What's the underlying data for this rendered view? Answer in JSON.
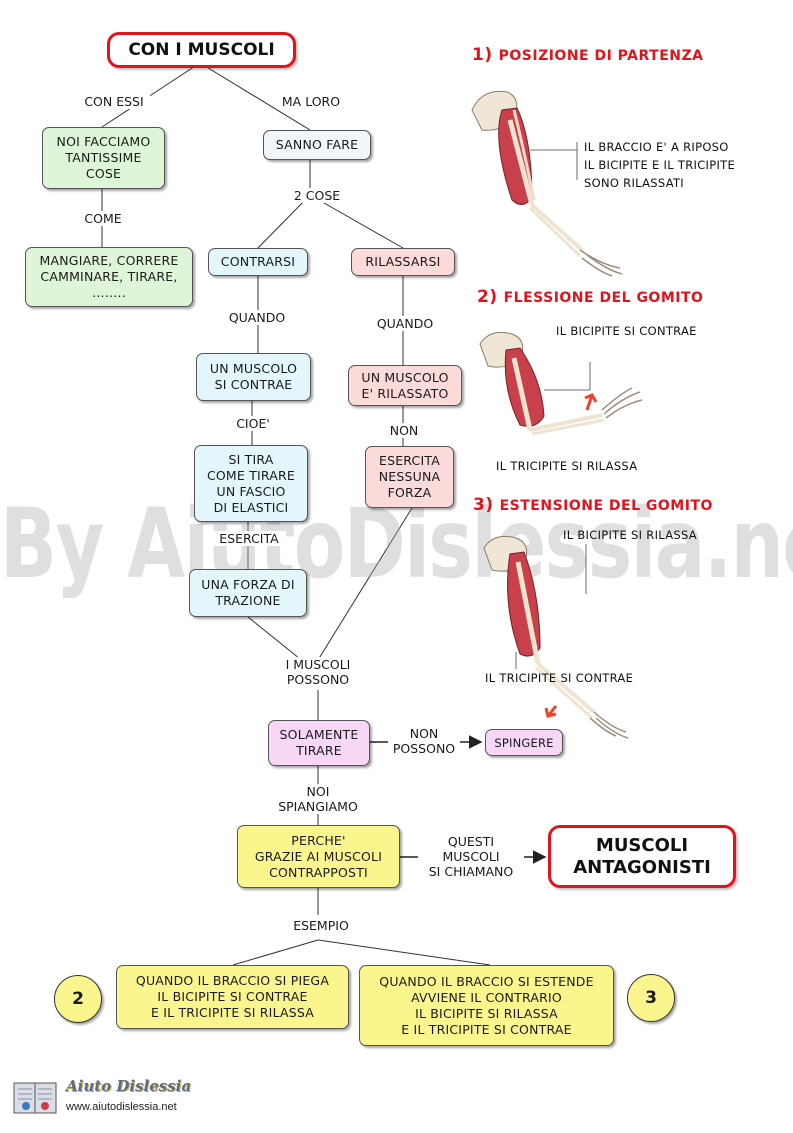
{
  "title": "CON I MUSCOLI",
  "nodes": {
    "facciamo": "NOI FACCIAMO\nTANTISSIME\nCOSE",
    "mangiare": "MANGIARE, CORRERE\nCAMMINARE, TIRARE,\n……..",
    "sanno_fare": "SANNO FARE",
    "contrarsi": "CONTRARSI",
    "rilassarsi": "RILASSARSI",
    "si_contrae": "UN MUSCOLO\nSI CONTRAE",
    "rilassato": "UN MUSCOLO\nE' RILASSATO",
    "si_tira": "SI TIRA\nCOME TIRARE\nUN FASCIO\nDI ELASTICI",
    "nessuna_forza": "ESERCITA\nNESSUNA\nFORZA",
    "forza_trazione": "UNA FORZA DI\nTRAZIONE",
    "solamente_tirare": "SOLAMENTE\nTIRARE",
    "spingere": "SPINGERE",
    "perche": "PERCHE'\nGRAZIE AI MUSCOLI\nCONTRAPPOSTI",
    "antagonisti": "MUSCOLI\nANTAGONISTI",
    "braccio_piega": "QUANDO IL BRACCIO SI PIEGA\nIL BICIPITE SI CONTRAE\nE IL TRICIPITE SI RILASSA",
    "braccio_estende": "QUANDO IL BRACCIO SI ESTENDE\nAVVIENE IL CONTRARIO\nIL BICIPITE SI RILASSA\nE IL TRICIPITE SI CONTRAE"
  },
  "labels": {
    "con_essi": "CON ESSI",
    "ma_loro": "MA LORO",
    "come": "COME",
    "due_cose": "2 COSE",
    "quando_1": "QUANDO",
    "quando_2": "QUANDO",
    "cioe": "CIOE'",
    "non": "NON",
    "esercita": "ESERCITA",
    "i_muscoli_possono": "I MUSCOLI\nPOSSONO",
    "non_possono": "NON\nPOSSONO",
    "noi_spiangiamo": "NOI\nSPIANGIAMO",
    "questi_chiamano": "QUESTI\nMUSCOLI\nSI CHIAMANO",
    "esempio": "ESEMPIO"
  },
  "badges": {
    "left": "2",
    "right": "3"
  },
  "sections": {
    "s1": {
      "num": "1)",
      "title": "POSIZIONE DI PARTENZA"
    },
    "s2": {
      "num": "2)",
      "title": "FLESSIONE DEL GOMITO"
    },
    "s3": {
      "num": "3)",
      "title": "ESTENSIONE DEL GOMITO"
    }
  },
  "annotations": {
    "a1": "IL BRACCIO E' A RIPOSO\nIL BICIPITE E IL TRICIPITE\nSONO RILASSATI",
    "a2_top": "IL BICIPITE SI CONTRAE",
    "a2_bottom": "IL TRICIPITE SI RILASSA",
    "a3_top": "IL BICIPITE SI RILASSA",
    "a3_bottom": "IL TRICIPITE SI CONTRAE"
  },
  "watermark": "By AiutoDislessia.net",
  "logo": {
    "name": "Aiuto Dislessia",
    "url": "www.aiutodislessia.net"
  },
  "colors": {
    "title_border": "#e0141c",
    "section_title": "#e0141c",
    "green_node": "#dff5d8",
    "blue_node": "#e2f6fb",
    "pink_node": "#fbdada",
    "violet_node": "#f7d6f6",
    "yellow_node": "#fbf58e",
    "muscle": "#c8404a"
  }
}
